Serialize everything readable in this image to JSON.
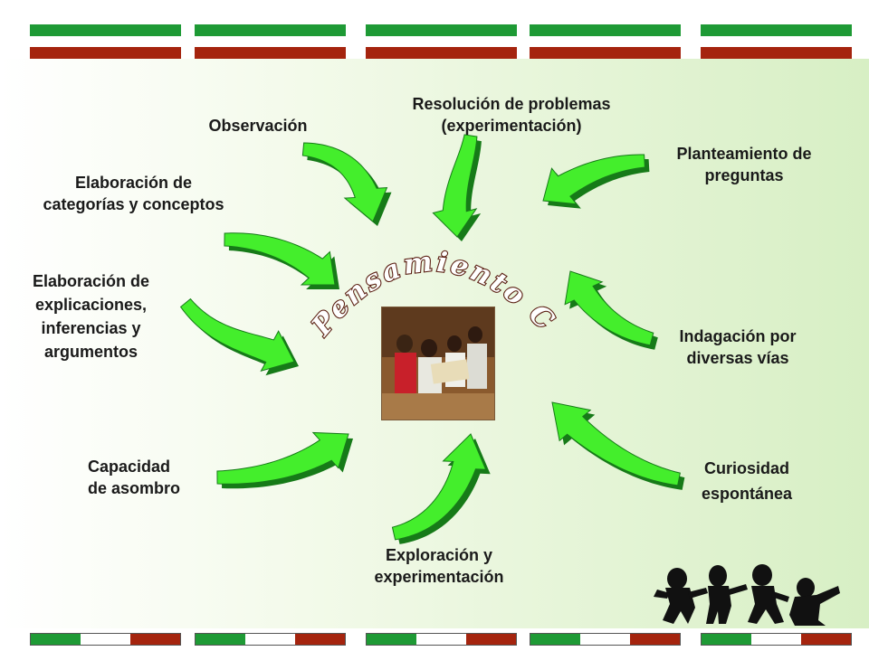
{
  "diagram": {
    "center_title": "Pensamiento Crítico",
    "labels": {
      "observacion": "Observación",
      "resolucion_1": "Resolución de problemas",
      "resolucion_2": "(experimentación)",
      "planteamiento_1": "Planteamiento de",
      "planteamiento_2": "preguntas",
      "categorias_1": "Elaboración de",
      "categorias_2": "categorías y conceptos",
      "explicaciones_1": "Elaboración de",
      "explicaciones_2": "explicaciones,",
      "explicaciones_3": "inferencias y",
      "explicaciones_4": "argumentos",
      "indagacion_1": "Indagación por",
      "indagacion_2": "diversas vías",
      "capacidad_1": "Capacidad",
      "capacidad_2": "de asombro",
      "curiosidad_1": "Curiosidad",
      "curiosidad_2": "espontánea",
      "exploracion_1": "Exploración y",
      "exploracion_2": "experimentación"
    },
    "colors": {
      "arrow_fill": "#44ee2c",
      "arrow_shadow": "#167a18",
      "bar_green": "#1e9a35",
      "bar_red": "#a5240e",
      "title_stroke": "#5a1f12",
      "title_fill": "#ffffff"
    },
    "icons": [
      "children-photo-icon",
      "dancing-children-silhouette-icon"
    ]
  }
}
